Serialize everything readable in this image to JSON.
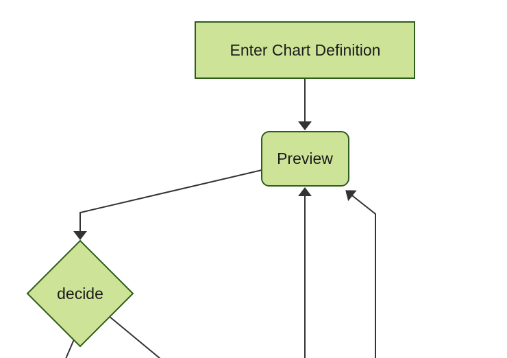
{
  "diagram": {
    "type": "flowchart",
    "direction": "top-down",
    "background_color": "#ffffff",
    "colors": {
      "node_fill": "#cde498",
      "node_border": "#2e5c1a",
      "edge_line": "#333333",
      "arrowhead": "#333333",
      "label_text": "#1b1b1b"
    },
    "nodes": [
      {
        "id": "enter-chart-definition",
        "label": "Enter Chart Definition",
        "shape": "rectangle"
      },
      {
        "id": "preview",
        "label": "Preview",
        "shape": "rounded-rectangle"
      },
      {
        "id": "decide",
        "label": "decide",
        "shape": "diamond"
      }
    ],
    "edges": [
      {
        "from": "enter-chart-definition",
        "to": "preview",
        "arrowhead": true,
        "style": "straight-vertical"
      },
      {
        "from": "preview",
        "to": "decide",
        "arrowhead": true,
        "style": "elbow-left-then-down"
      },
      {
        "from": "offscreen-node-below-center",
        "to": "preview",
        "arrowhead": true,
        "style": "straight-vertical"
      },
      {
        "from": "offscreen-node-below-right",
        "to": "preview",
        "arrowhead": true,
        "style": "elbow-up-then-diagonal"
      },
      {
        "from": "decide",
        "to": "offscreen-node-below-left",
        "arrowhead": false,
        "style": "diagonal-cropped"
      },
      {
        "from": "decide",
        "to": "offscreen-node-below",
        "arrowhead": false,
        "style": "diagonal-cropped"
      }
    ]
  }
}
